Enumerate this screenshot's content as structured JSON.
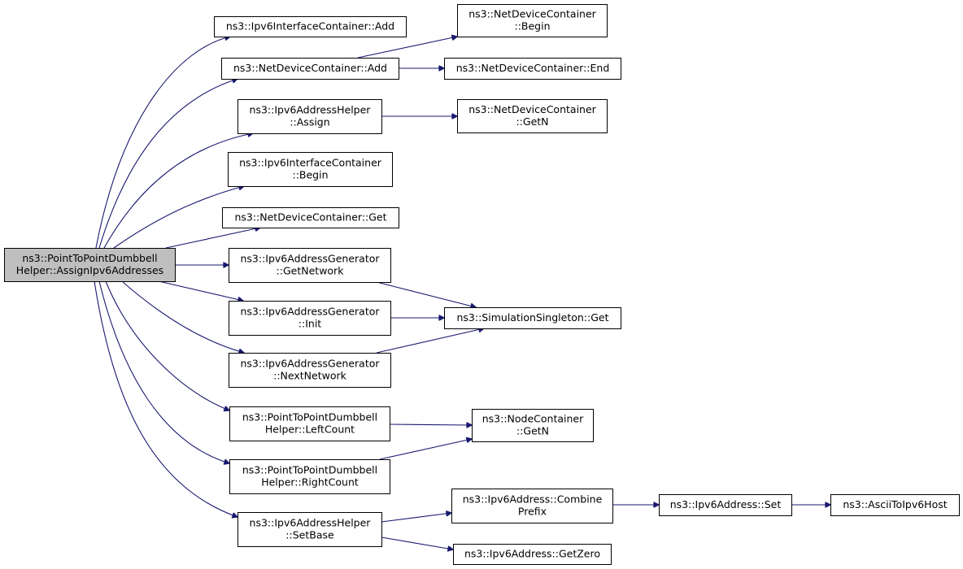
{
  "diagram": {
    "nodes": [
      {
        "id": "root",
        "lines": [
          "ns3::PointToPointDumbbell",
          "Helper::AssignIpv6Addresses"
        ],
        "root": true
      },
      {
        "id": "ipv6ic_add",
        "lines": [
          "ns3::Ipv6InterfaceContainer::Add"
        ]
      },
      {
        "id": "ndc_add",
        "lines": [
          "ns3::NetDeviceContainer::Add"
        ]
      },
      {
        "id": "ipv6ah_assign",
        "lines": [
          "ns3::Ipv6AddressHelper",
          "::Assign"
        ]
      },
      {
        "id": "ipv6ic_begin",
        "lines": [
          "ns3::Ipv6InterfaceContainer",
          "::Begin"
        ]
      },
      {
        "id": "ndc_get",
        "lines": [
          "ns3::NetDeviceContainer::Get"
        ]
      },
      {
        "id": "ipv6ag_getnetwork",
        "lines": [
          "ns3::Ipv6AddressGenerator",
          "::GetNetwork"
        ]
      },
      {
        "id": "ipv6ag_init",
        "lines": [
          "ns3::Ipv6AddressGenerator",
          "::Init"
        ]
      },
      {
        "id": "ipv6ag_nextnetwork",
        "lines": [
          "ns3::Ipv6AddressGenerator",
          "::NextNetwork"
        ]
      },
      {
        "id": "p2p_leftcount",
        "lines": [
          "ns3::PointToPointDumbbell",
          "Helper::LeftCount"
        ]
      },
      {
        "id": "p2p_rightcount",
        "lines": [
          "ns3::PointToPointDumbbell",
          "Helper::RightCount"
        ]
      },
      {
        "id": "ipv6ah_setbase",
        "lines": [
          "ns3::Ipv6AddressHelper",
          "::SetBase"
        ]
      },
      {
        "id": "ndc_begin",
        "lines": [
          "ns3::NetDeviceContainer",
          "::Begin"
        ]
      },
      {
        "id": "ndc_end",
        "lines": [
          "ns3::NetDeviceContainer::End"
        ]
      },
      {
        "id": "ndc_getn",
        "lines": [
          "ns3::NetDeviceContainer",
          "::GetN"
        ]
      },
      {
        "id": "sim_get",
        "lines": [
          "ns3::SimulationSingleton::Get"
        ]
      },
      {
        "id": "nc_getn",
        "lines": [
          "ns3::NodeContainer",
          "::GetN"
        ]
      },
      {
        "id": "ipv6a_combine",
        "lines": [
          "ns3::Ipv6Address::Combine",
          "Prefix"
        ]
      },
      {
        "id": "ipv6a_getzero",
        "lines": [
          "ns3::Ipv6Address::GetZero"
        ]
      },
      {
        "id": "ipv6a_set",
        "lines": [
          "ns3::Ipv6Address::Set"
        ]
      },
      {
        "id": "ascii",
        "lines": [
          "ns3::AsciiToIpv6Host"
        ]
      }
    ],
    "edges": [
      {
        "from": "root",
        "to": "ipv6ic_add"
      },
      {
        "from": "root",
        "to": "ndc_add"
      },
      {
        "from": "root",
        "to": "ipv6ah_assign"
      },
      {
        "from": "root",
        "to": "ipv6ic_begin"
      },
      {
        "from": "root",
        "to": "ndc_get"
      },
      {
        "from": "root",
        "to": "ipv6ag_getnetwork"
      },
      {
        "from": "root",
        "to": "ipv6ag_init"
      },
      {
        "from": "root",
        "to": "ipv6ag_nextnetwork"
      },
      {
        "from": "root",
        "to": "p2p_leftcount"
      },
      {
        "from": "root",
        "to": "p2p_rightcount"
      },
      {
        "from": "root",
        "to": "ipv6ah_setbase"
      },
      {
        "from": "ndc_add",
        "to": "ndc_begin"
      },
      {
        "from": "ndc_add",
        "to": "ndc_end"
      },
      {
        "from": "ipv6ah_assign",
        "to": "ndc_getn"
      },
      {
        "from": "ipv6ag_getnetwork",
        "to": "sim_get"
      },
      {
        "from": "ipv6ag_init",
        "to": "sim_get"
      },
      {
        "from": "ipv6ag_nextnetwork",
        "to": "sim_get"
      },
      {
        "from": "p2p_leftcount",
        "to": "nc_getn"
      },
      {
        "from": "p2p_rightcount",
        "to": "nc_getn"
      },
      {
        "from": "ipv6ah_setbase",
        "to": "ipv6a_combine"
      },
      {
        "from": "ipv6ah_setbase",
        "to": "ipv6a_getzero"
      },
      {
        "from": "ipv6a_combine",
        "to": "ipv6a_set"
      },
      {
        "from": "ipv6a_set",
        "to": "ascii"
      }
    ],
    "colors": {
      "edge": "#191970",
      "node_fill": "#ffffff",
      "root_fill": "#bfbfbf",
      "border": "#000000"
    }
  }
}
